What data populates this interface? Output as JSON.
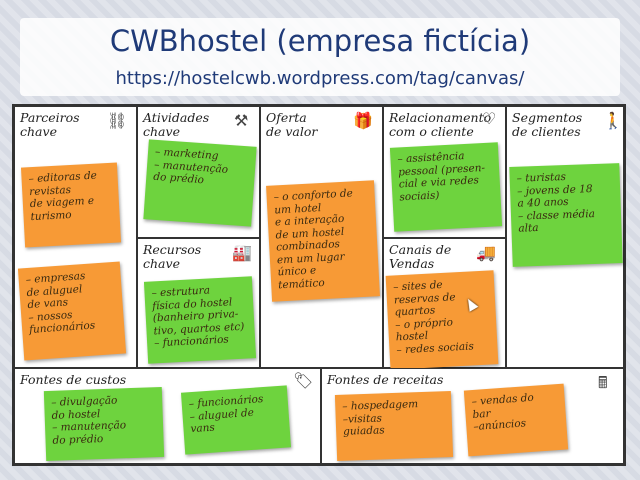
{
  "slide": {
    "title": "CWBhostel (empresa fictícia)",
    "url": "https://hostelcwb.wordpress.com/tag/canvas/"
  },
  "canvas": {
    "parceiros": {
      "title": "Parceiros\nchave",
      "icon": "chain-icon",
      "note1": [
        "– editoras de",
        "revistas",
        "de viagem e",
        "turismo"
      ],
      "note2": [
        "– empresas",
        "de aluguel",
        "de vans",
        "– nossos",
        "funcionários"
      ]
    },
    "atividades": {
      "title": "Atividades\nchave",
      "icon": "tools-icon",
      "note1": [
        "– marketing",
        "– manutenção",
        "do prédio"
      ]
    },
    "recursos": {
      "title": "Recursos\nchave",
      "icon": "factory-icon",
      "note1": [
        "– estrutura",
        "física do hostel",
        "(banheiro priva-",
        "tivo, quartos etc)",
        "– funcionários"
      ]
    },
    "oferta": {
      "title": "Oferta\nde valor",
      "icon": "gift-icon",
      "note1": [
        "– o conforto de",
        "um hotel",
        "e a interação",
        "de um hostel",
        "combinados",
        "em um lugar",
        "único e",
        "temático"
      ]
    },
    "relacionamento": {
      "title": "Relacionamento\ncom o cliente",
      "icon": "heart-icon",
      "note1": [
        "– assistência",
        "pessoal (presen-",
        "cial e via redes",
        "sociais)"
      ]
    },
    "canais": {
      "title": "Canais de\nVendas",
      "icon": "truck-icon",
      "note1": [
        "– sites de",
        "reservas de",
        "quartos",
        "– o próprio",
        "hostel",
        "– redes sociais"
      ]
    },
    "segmentos": {
      "title": "Segmentos\nde clientes",
      "icon": "person-icon",
      "note1": [
        "– turistas",
        "– jovens de 18",
        "a 40 anos",
        "– classe média",
        "alta"
      ]
    },
    "custos": {
      "title": "Fontes de custos",
      "icon": "tag-icon",
      "note1": [
        "– divulgação",
        "do hostel",
        "– manutenção",
        "do prédio"
      ],
      "note2": [
        "– funcionários",
        "– aluguel de",
        "vans"
      ]
    },
    "receitas": {
      "title": "Fontes de receitas",
      "icon": "register-icon",
      "note1": [
        "– hospedagem",
        "–visitas",
        "guiadas"
      ],
      "note2": [
        "– vendas do",
        "bar",
        "–anúncios"
      ]
    }
  },
  "colors": {
    "orange": "#f79a36",
    "green": "#6ed33e",
    "title": "#1f3a78"
  }
}
